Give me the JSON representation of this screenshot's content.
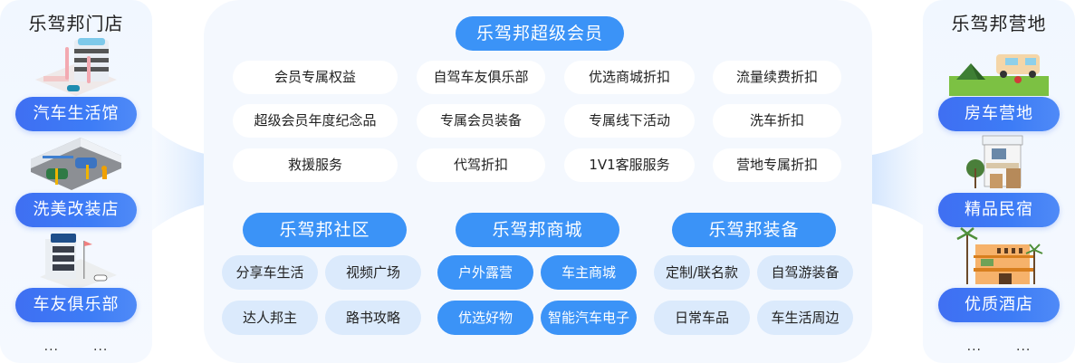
{
  "left_panel": {
    "title": "乐驾邦门店",
    "items": [
      {
        "label": "汽车生活馆",
        "image": "car-life-building-illustration"
      },
      {
        "label": "洗美改装店",
        "image": "car-repair-garage-illustration"
      },
      {
        "label": "车友俱乐部",
        "image": "club-building-illustration"
      }
    ],
    "ellipsis": [
      "...",
      "..."
    ]
  },
  "right_panel": {
    "title": "乐驾邦营地",
    "items": [
      {
        "label": "房车营地",
        "image": "rv-camp-illustration"
      },
      {
        "label": "精品民宿",
        "image": "homestay-illustration"
      },
      {
        "label": "优质酒店",
        "image": "hotel-illustration"
      }
    ],
    "ellipsis": [
      "...",
      "..."
    ]
  },
  "center": {
    "membership": {
      "title": "乐驾邦超级会员",
      "benefits": [
        "会员专属权益",
        "自驾车友俱乐部",
        "优选商城折扣",
        "流量续费折扣",
        "超级会员年度纪念品",
        "专属会员装备",
        "专属线下活动",
        "洗车折扣",
        "救援服务",
        "代驾折扣",
        "1V1客服服务",
        "营地专属折扣"
      ]
    },
    "community": {
      "title": "乐驾邦社区",
      "items": [
        "分享车生活",
        "视频广场",
        "达人邦主",
        "路书攻略"
      ]
    },
    "mall": {
      "title": "乐驾邦商城",
      "items": [
        "户外露营",
        "车主商城",
        "优选好物",
        "智能汽车电子"
      ]
    },
    "equipment": {
      "title": "乐驾邦装备",
      "items": [
        "定制/联名款",
        "自驾游装备",
        "日常车品",
        "车生活周边"
      ]
    }
  },
  "colors": {
    "side_pill": "#3d7cf6",
    "section_header": "#3b93f7",
    "light_chip": "#dbeafc",
    "panel_bg": "#f4f8fe",
    "arrow": "#a9cffb"
  }
}
